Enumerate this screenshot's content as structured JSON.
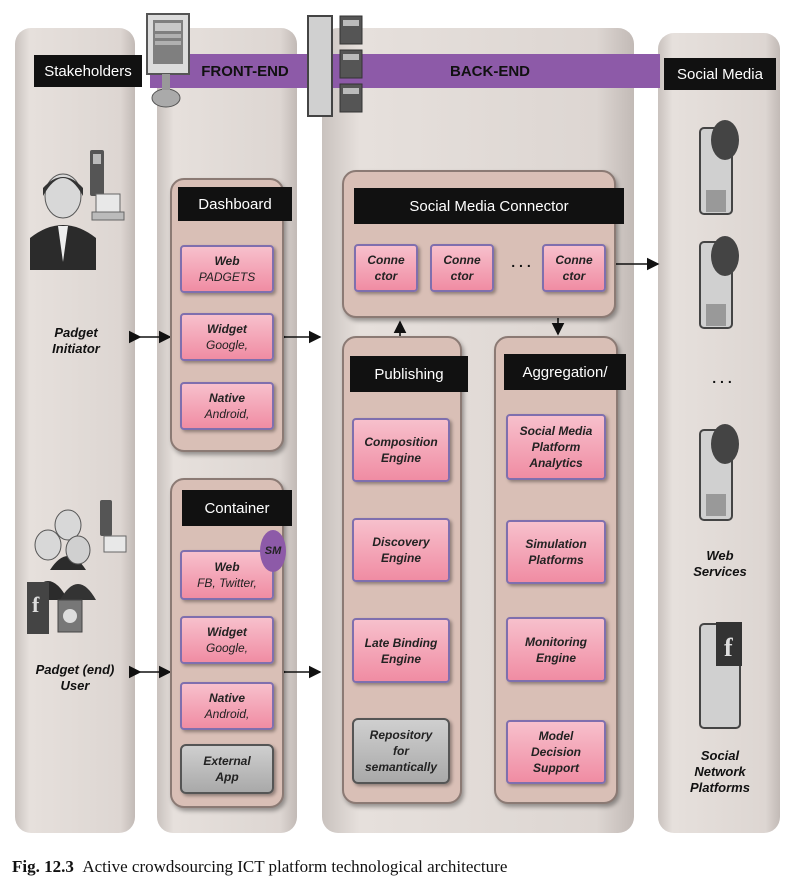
{
  "columns": {
    "stakeholders": "Stakeholders",
    "front_end": "FRONT-END",
    "back_end": "BACK-END",
    "social_media": "Social Media"
  },
  "stakeholders": {
    "initiator": [
      "Padget",
      "Initiator"
    ],
    "end_user": [
      "Padget (end)",
      "User"
    ]
  },
  "dashboard": {
    "title": "Dashboard",
    "items": [
      {
        "name": "Web",
        "sub": "PADGETS"
      },
      {
        "name": "Widget",
        "sub": "Google,"
      },
      {
        "name": "Native",
        "sub": "Android,"
      }
    ]
  },
  "container": {
    "title": "Container",
    "badge": "SM",
    "items": [
      {
        "name": "Web",
        "sub": "FB, Twitter,"
      },
      {
        "name": "Widget",
        "sub": "Google,"
      },
      {
        "name": "Native",
        "sub": "Android,"
      }
    ],
    "external": [
      "External",
      "App"
    ]
  },
  "connector": {
    "title": "Social Media Connector",
    "items": [
      [
        "Conne",
        "ctor"
      ],
      [
        "Conne",
        "ctor"
      ],
      [
        "Conne",
        "ctor"
      ]
    ],
    "ellipsis": ". . ."
  },
  "publishing": {
    "title": "Publishing",
    "items": [
      [
        "Composition",
        "Engine"
      ],
      [
        "Discovery",
        "Engine"
      ],
      [
        "Late Binding",
        "Engine"
      ]
    ],
    "repository": [
      "Repository",
      "for",
      "semantically"
    ]
  },
  "aggregation": {
    "title": "Aggregation/",
    "items": [
      [
        "Social Media",
        "Platform",
        "Analytics"
      ],
      [
        "Simulation",
        "Platforms"
      ],
      [
        "Monitoring",
        "Engine"
      ],
      [
        "Model",
        "Decision",
        "Support"
      ]
    ]
  },
  "social": {
    "web_services": [
      "Web",
      "Services"
    ],
    "social_network": [
      "Social",
      "Network",
      "Platforms"
    ],
    "ellipsis": ". . ."
  },
  "caption": {
    "label": "Fig. 12.3",
    "text": "Active crowdsourcing ICT platform technological architecture"
  },
  "colors": {
    "band": "#8d5aa8",
    "box_fill": "#f08ca3",
    "box_border": "#7f6fae",
    "group_fill": "#d9bfb6",
    "column_fill": "#e0dad6"
  }
}
